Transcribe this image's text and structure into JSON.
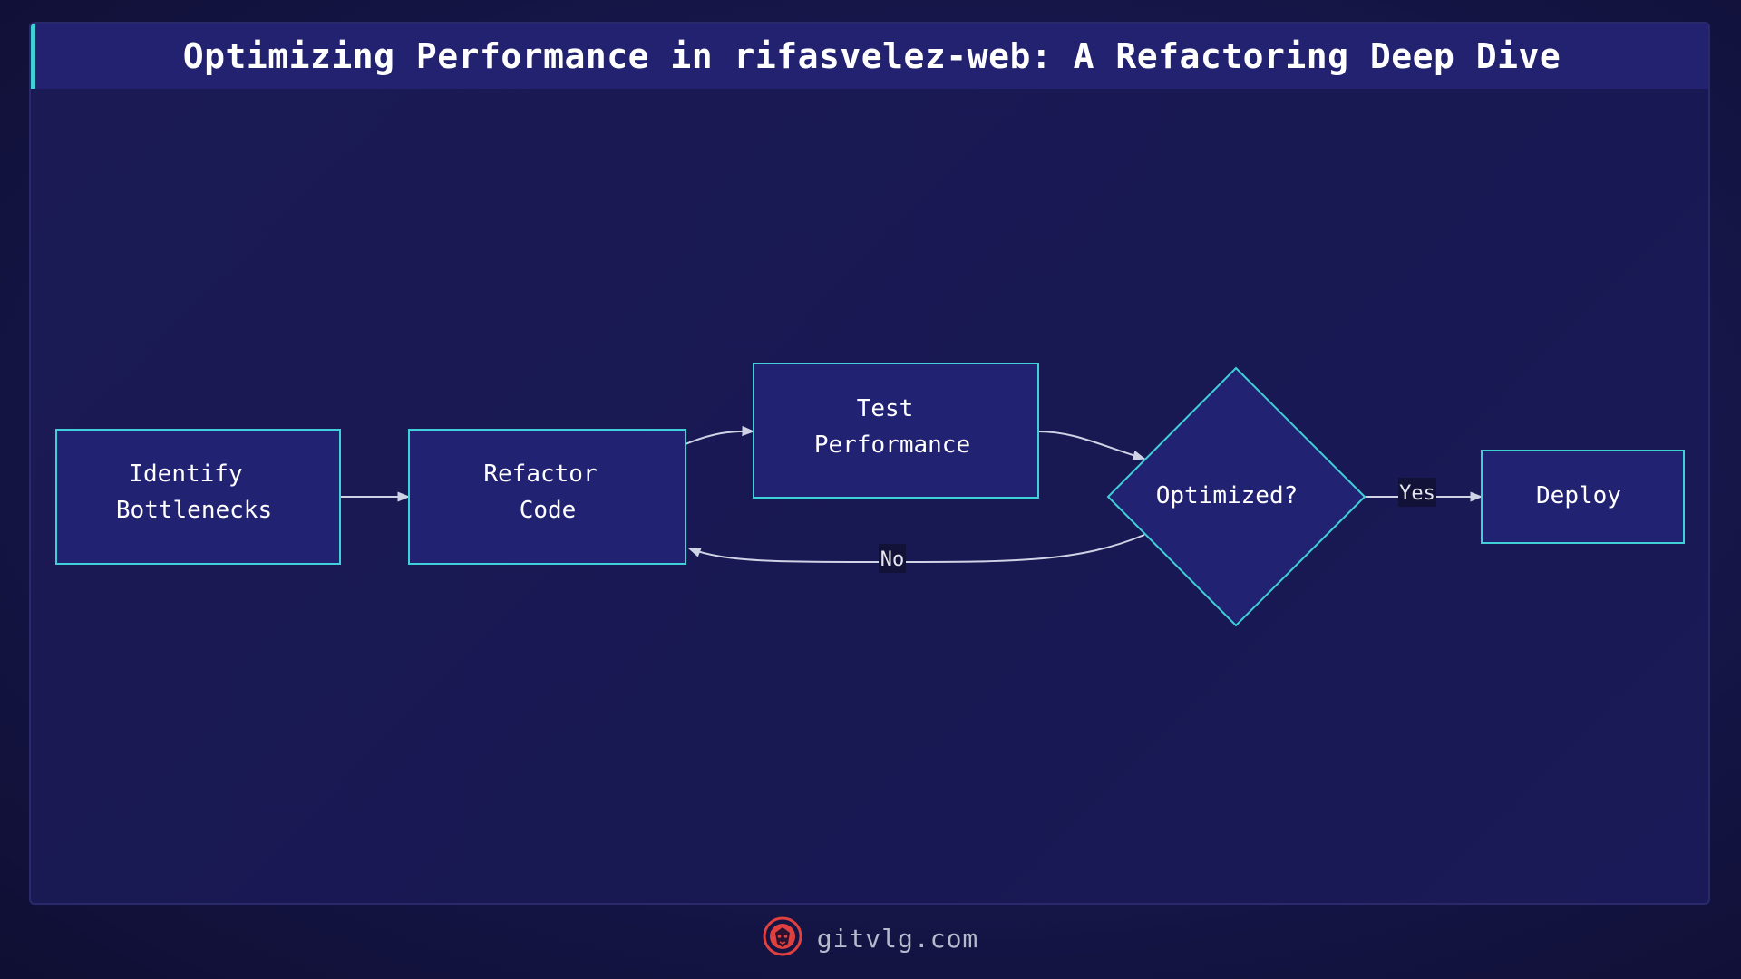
{
  "title": "Optimizing Performance in rifasvelez-web: A Refactoring Deep Dive",
  "nodes": {
    "identify": {
      "line1": "Identify",
      "line2": "Bottlenecks"
    },
    "refactor": {
      "line1": "Refactor",
      "line2": "Code"
    },
    "test": {
      "line1": "Test",
      "line2": "Performance"
    },
    "decision": {
      "label": "Optimized?"
    },
    "deploy": {
      "label": "Deploy"
    }
  },
  "edges": {
    "yes": "Yes",
    "no": "No"
  },
  "footer": {
    "site": "gitvlg.com",
    "logo_icon": "lion-logo-icon"
  },
  "colors": {
    "node_fill": "#222273",
    "node_stroke": "#3fd0d8",
    "edge": "#d0d2e6",
    "title_bar": "#222270",
    "logo": "#e0403e"
  }
}
